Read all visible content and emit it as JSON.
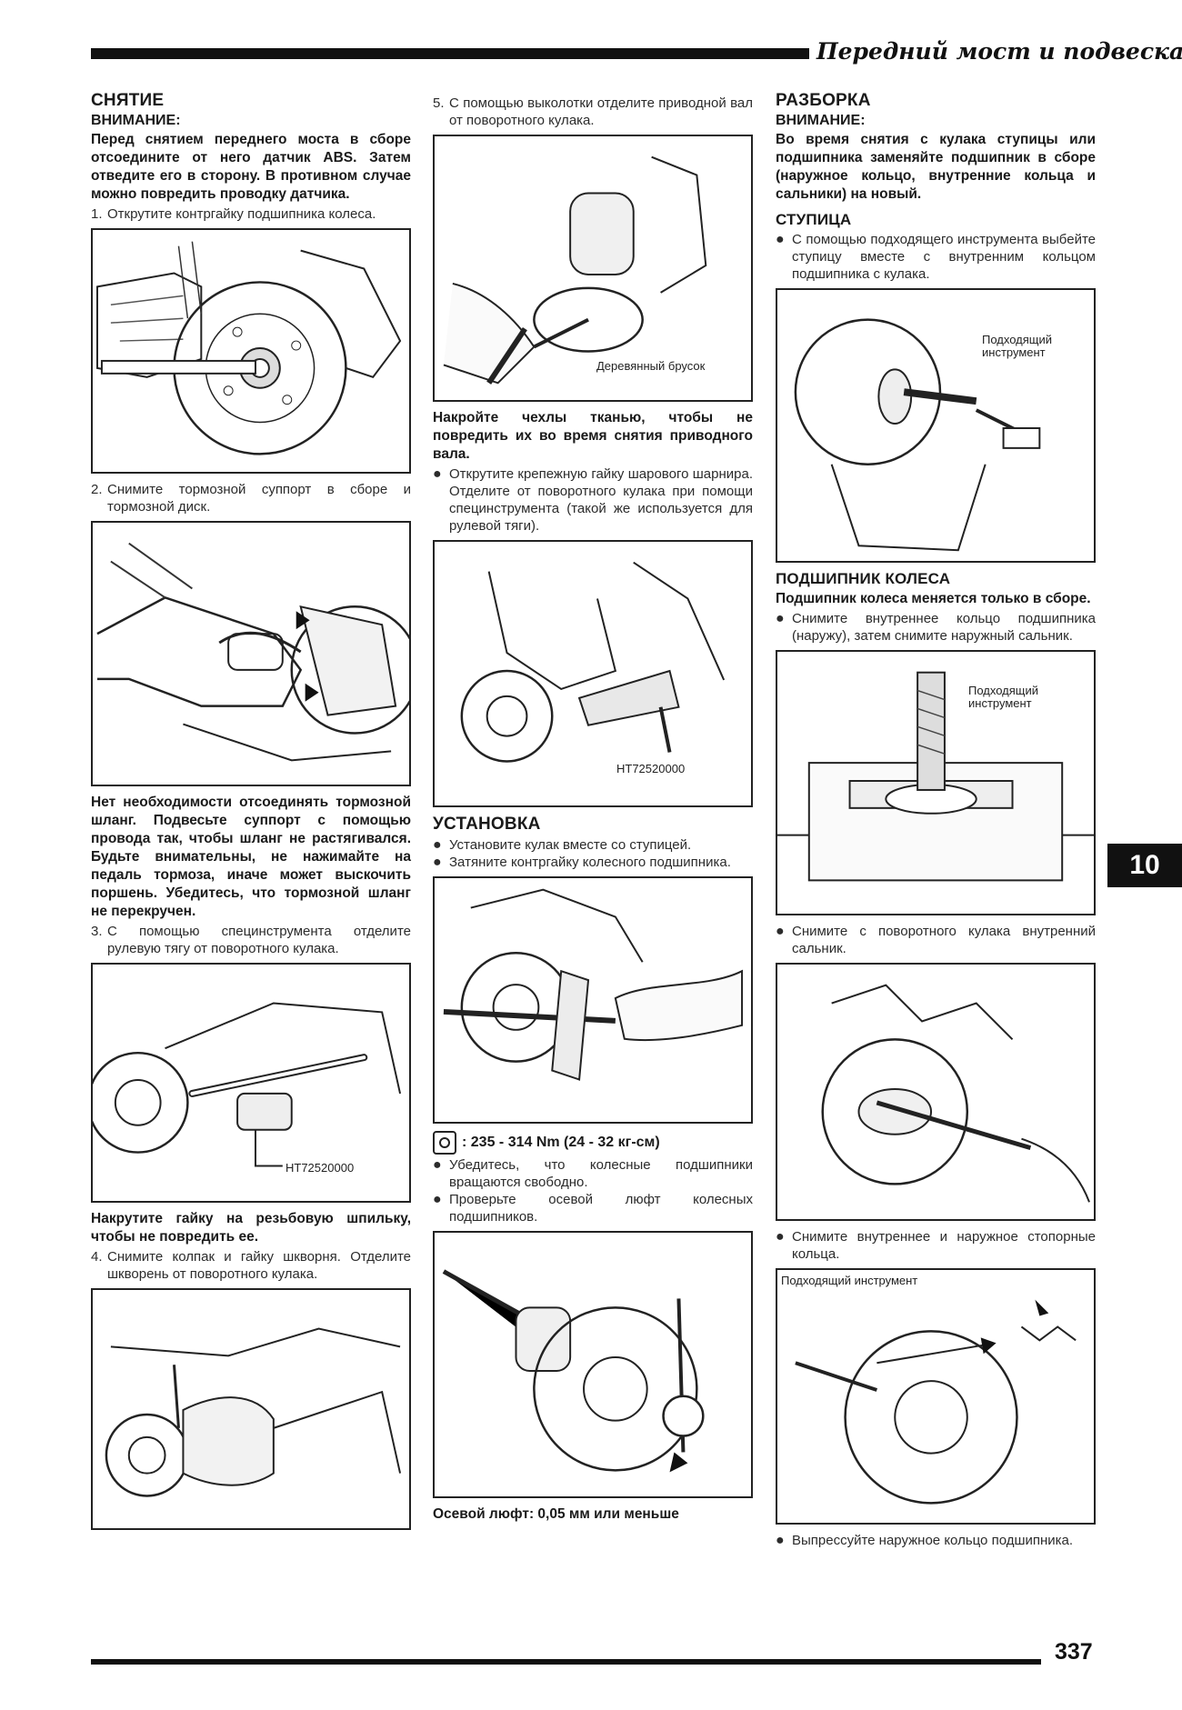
{
  "header": {
    "title": "Передний мост и подвеска"
  },
  "col1": {
    "removal_heading": "СНЯТИЕ",
    "warning_heading": "ВНИМАНИЕ:",
    "warning_text": "Перед снятием переднего моста в сборе отсоедините от него датчик ABS. Затем отведите его в сторону. В противном случае можно повредить проводку датчика.",
    "step1_num": "1.",
    "step1": "Открутите контргайку подшипника колеса.",
    "step2_num": "2.",
    "step2": "Снимите тормозной суппорт в сборе и тормозной диск.",
    "note2": "Нет необходимости отсоединять тормозной шланг. Подвесьте суппорт с помощью провода так, чтобы шланг не растягивался. Будьте внимательны, не нажимайте на педаль тормоза, иначе может выскочить поршень. Убедитесь, что тормозной шланг не перекручен.",
    "step3_num": "3.",
    "step3": "С помощью специнструмента отделите рулевую тягу от поворотного кулака.",
    "fig3_label": "HT72520000",
    "note3": "Накрутите гайку на резьбовую шпильку, чтобы не повредить ее.",
    "step4_num": "4.",
    "step4": "Снимите колпак и гайку шкворня. Отделите шкворень от поворотного кулака."
  },
  "col2": {
    "step5_num": "5.",
    "step5": "С помощью выколотки отделите приводной вал от поворотного кулака.",
    "fig5_label": "Деревянный брусок",
    "note5": "Накройте чехлы тканью, чтобы не повредить их во время снятия приводного вала.",
    "bullet1": "Открутите крепежную гайку шарового шарнира. Отделите от поворотного кулака при помощи специнструмента (такой же используется для рулевой тяги).",
    "fig6_label": "HT72520000",
    "install_heading": "УСТАНОВКА",
    "inst_b1": "Установите кулак вместе со ступицей.",
    "inst_b2": "Затяните контргайку колесного подшипника.",
    "torque": ": 235 - 314 Nm (24 - 32 кг-см)",
    "torque_b1": "Убедитесь, что колесные подшипники вращаются свободно.",
    "torque_b2": "Проверьте осевой люфт колесных подшипников.",
    "axial_play": "Осевой люфт: 0,05 мм или меньше"
  },
  "col3": {
    "disassembly_heading": "РАЗБОРКА",
    "warning_heading": "ВНИМАНИЕ:",
    "warning_text": "Во время снятия с кулака ступицы или подшипника заменяйте подшипник в сборе (наружное кольцо, внутренние кольца и сальники) на новый.",
    "hub_heading": "СТУПИЦА",
    "hub_b1": "С помощью подходящего инструмента выбейте ступицу вместе с внутренним кольцом подшипника с кулака.",
    "hub_fig_label": "Подходящий инструмент",
    "bearing_heading": "ПОДШИПНИК КОЛЕСА",
    "bearing_note": "Подшипник колеса меняется только в сборе.",
    "bearing_b1": "Снимите внутреннее кольцо подшипника (наружу), затем снимите наружный сальник.",
    "bearing_fig_label": "Подходящий инструмент",
    "bearing_b2": "Снимите с поворотного кулака внутренний сальник.",
    "bearing_b3": "Снимите внутреннее и наружное стопорные кольца.",
    "last_fig_label": "Подходящий инструмент",
    "bearing_b4": "Выпрессуйте наружное кольцо подшипника."
  },
  "tab": "10",
  "page_number": "337",
  "bullet_char": "●"
}
